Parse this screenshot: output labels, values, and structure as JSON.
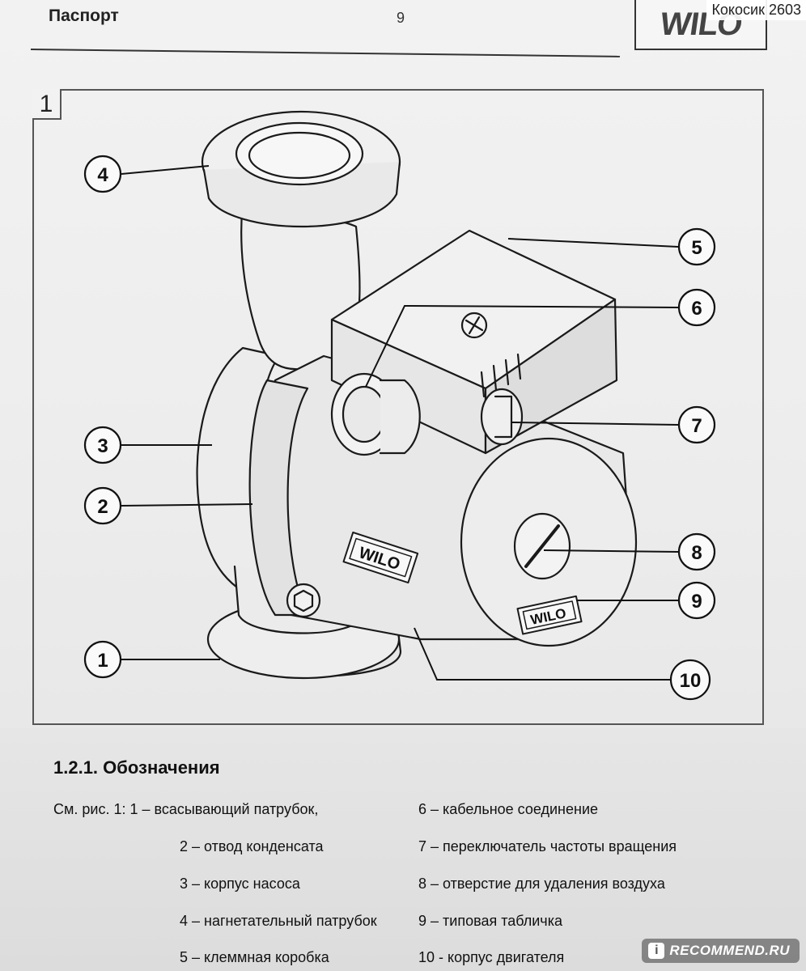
{
  "header": {
    "title": "Паспорт",
    "page_number": "9",
    "logo": "WILO"
  },
  "watermark_user": "Кокосик 2603",
  "figure": {
    "number": "1",
    "callouts": [
      "1",
      "2",
      "3",
      "4",
      "5",
      "6",
      "7",
      "8",
      "9",
      "10"
    ],
    "plate_text": "WILO"
  },
  "section": {
    "heading": "1.2.1. Обозначения",
    "items": [
      "См. рис. 1: 1 – всасывающий патрубок,",
      "2 – отвод конденсата",
      "3 – корпус насоса",
      "4 – нагнетательный патрубок",
      "5 – клеммная коробка",
      "6 – кабельное соединение",
      "7 – переключатель частоты вращения",
      "8 – отверстие для удаления воздуха",
      "9 – типовая табличка",
      "10  - корпус двигателя"
    ]
  },
  "badge": {
    "icon": "recommend-icon",
    "text": "RECOMMEND.RU"
  }
}
